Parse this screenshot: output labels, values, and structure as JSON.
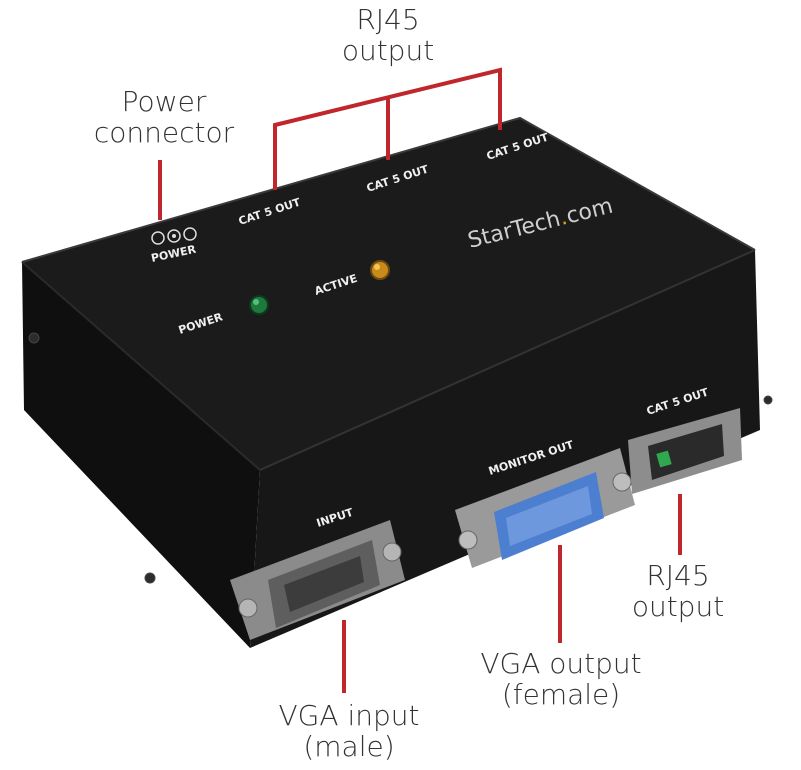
{
  "callouts": {
    "rj45_top": [
      "RJ45",
      "output"
    ],
    "power": [
      "Power",
      "connector"
    ],
    "rj45_side": [
      "RJ45",
      "output"
    ],
    "vga_out": [
      "VGA output",
      "(female)"
    ],
    "vga_in": [
      "VGA input",
      "(male)"
    ]
  },
  "device_labels": {
    "cat5_left": "CAT 5 OUT",
    "cat5_mid": "CAT 5 OUT",
    "cat5_right": "CAT 5 OUT",
    "cat5_front": "CAT 5 OUT",
    "power_jack": "POWER",
    "power_led": "POWER",
    "active_led": "ACTIVE",
    "monitor_out": "MONITOR OUT",
    "input": "INPUT",
    "brand": "StarTech",
    "brand_suffix": "com"
  },
  "colors": {
    "leader": "#c0272d",
    "power_led": "#1e7a3c",
    "active_led": "#c98a1a",
    "vga_female": "#4d7fd0"
  }
}
